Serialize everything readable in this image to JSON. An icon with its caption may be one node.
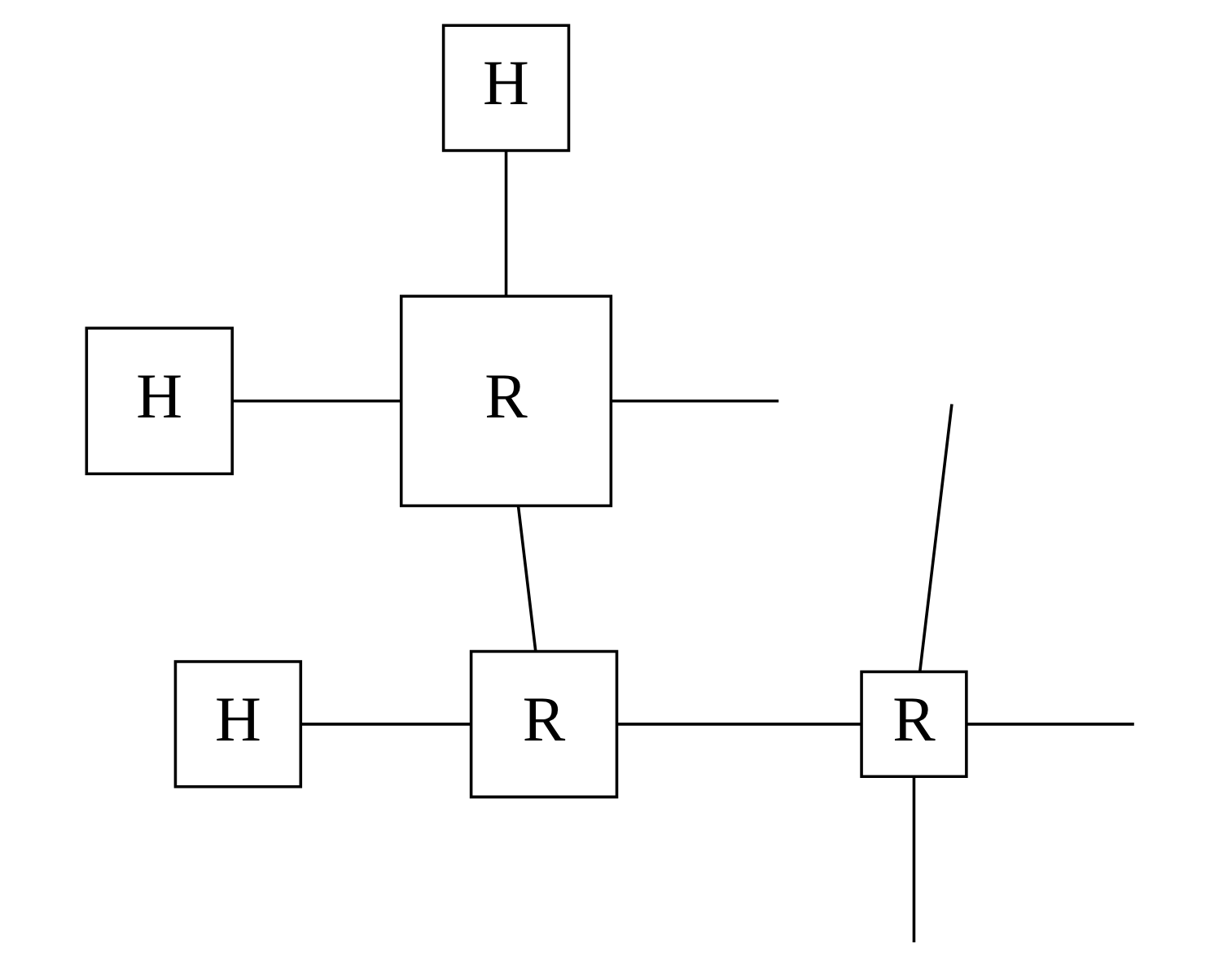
{
  "diagram": {
    "nodes": [
      {
        "text": [
          "H"
        ]
      },
      {
        "text": [
          "H"
        ]
      },
      {
        "text": [
          "R"
        ]
      },
      {
        "text": [
          "H"
        ]
      },
      {
        "text": [
          "R"
        ]
      },
      {
        "text": [
          "R"
        ]
      }
    ],
    "edges": [
      {
        "from": 0,
        "to": 2,
        "arrow": "none"
      },
      {
        "from": 1,
        "to": 2,
        "arrow": "none"
      },
      {
        "from": 2,
        "to": null,
        "arrow": "none"
      },
      {
        "from": 2,
        "to": 4,
        "arrow": "none"
      },
      {
        "from": 3,
        "to": 4,
        "arrow": "none"
      },
      {
        "from": 4,
        "to": 5,
        "arrow": "none"
      },
      {
        "from": null,
        "to": 5,
        "arrow": "none"
      },
      {
        "from": 5,
        "to": null,
        "arrow": "none"
      },
      {
        "from": 5,
        "to": null,
        "arrow": "none"
      }
    ]
  }
}
